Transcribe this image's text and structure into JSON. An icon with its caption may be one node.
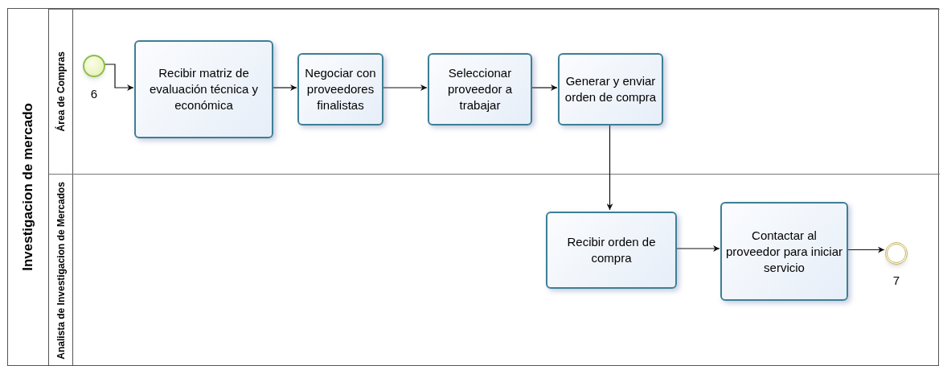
{
  "diagram": {
    "nodes": [
      {
        "text": [
          "Investigacion de mercado"
        ]
      },
      {
        "text": [
          "Área de Compras"
        ],
        "in": 0
      },
      {
        "text": [],
        "shape": "circle",
        "in": 1,
        "beside": [
          "6"
        ]
      },
      {
        "text": [
          "Recibir matriz de evaluación técnica y económica"
        ],
        "in": 1
      },
      {
        "text": [
          "Negociar con proveedores finalistas"
        ],
        "in": 1
      },
      {
        "text": [
          "Seleccionar proveedor a trabajar"
        ],
        "in": 1
      },
      {
        "text": [
          "Generar y enviar orden de compra"
        ],
        "in": 1
      },
      {
        "text": [
          "Analista de Investigacion de Mercados"
        ],
        "in": 0
      },
      {
        "text": [
          "Recibir orden de compra"
        ],
        "in": 7
      },
      {
        "text": [
          "Contactar al proveedor para iniciar servicio"
        ],
        "in": 7
      },
      {
        "text": [],
        "shape": "circle",
        "in": 7,
        "beside": [
          "7"
        ]
      }
    ],
    "edges": [
      {
        "from": 2,
        "to": 3,
        "arrow": "to"
      },
      {
        "from": 3,
        "to": 4,
        "arrow": "to"
      },
      {
        "from": 4,
        "to": 5,
        "arrow": "to"
      },
      {
        "from": 5,
        "to": 6,
        "arrow": "to"
      },
      {
        "from": 6,
        "to": 8,
        "arrow": "to"
      },
      {
        "from": 8,
        "to": 9,
        "arrow": "to"
      },
      {
        "from": 9,
        "to": 10,
        "arrow": "to"
      }
    ]
  }
}
